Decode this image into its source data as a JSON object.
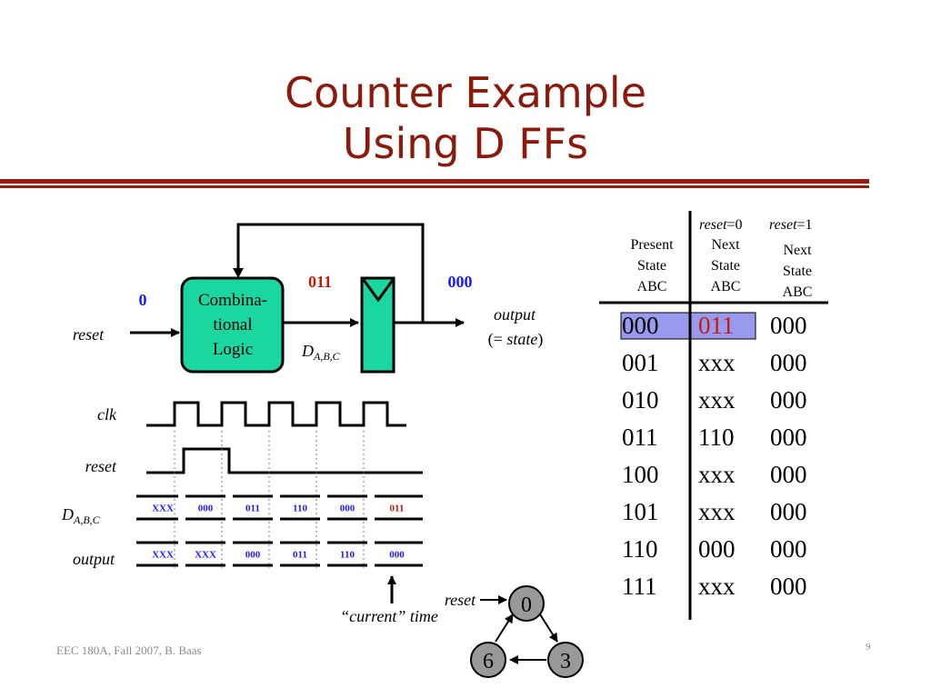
{
  "slide": {
    "title_line1": "Counter Example",
    "title_line2": "Using D FFs",
    "footer": "EEC 180A, Fall 2007, B. Baas",
    "page_number": "9"
  },
  "circuit": {
    "comb_line1": "Combina-",
    "comb_line2": "tional",
    "comb_line3": "Logic",
    "reset_value": "0",
    "reset_label": "reset",
    "d_value": "011",
    "q_value": "000",
    "d_label": "D",
    "d_subscript": "A,B,C",
    "output_label": "output",
    "output_paren_open": "(= ",
    "output_state": "state",
    "output_paren_close": ")"
  },
  "timing": {
    "clk_label": "clk",
    "reset_label": "reset",
    "d_label": "D",
    "d_subscript": "A,B,C",
    "output_label": "output",
    "d_values": [
      "XXX",
      "000",
      "011",
      "110",
      "000",
      "011"
    ],
    "output_values": [
      "XXX",
      "XXX",
      "000",
      "011",
      "110",
      "000"
    ],
    "current_time_label": "“current” time"
  },
  "state_graph": {
    "reset_label": "reset",
    "nodes": [
      "0",
      "6",
      "3"
    ]
  },
  "table": {
    "hdr_reset0": "reset",
    "hdr_reset0_eq": "=0",
    "hdr_reset1": "reset",
    "hdr_reset1_eq": "=1",
    "hdr_present": [
      "Present",
      "State",
      "ABC"
    ],
    "hdr_next0": [
      "Next",
      "State",
      "ABC"
    ],
    "hdr_next1": [
      "Next",
      "State",
      "ABC"
    ],
    "rows": [
      {
        "present": "000",
        "next0": "011",
        "next1": "000"
      },
      {
        "present": "001",
        "next0": "xxx",
        "next1": "000"
      },
      {
        "present": "010",
        "next0": "xxx",
        "next1": "000"
      },
      {
        "present": "011",
        "next0": "110",
        "next1": "000"
      },
      {
        "present": "100",
        "next0": "xxx",
        "next1": "000"
      },
      {
        "present": "101",
        "next0": "xxx",
        "next1": "000"
      },
      {
        "present": "110",
        "next0": "000",
        "next1": "000"
      },
      {
        "present": "111",
        "next0": "xxx",
        "next1": "000"
      }
    ]
  },
  "colors": {
    "title": "#8b1a0c",
    "rule": "#9c1b0e",
    "comb_fill": "#1ad6a0",
    "ff_fill": "#1ad6a0",
    "value_blue": "#1a1aff",
    "value_red": "#c41a0c",
    "highlight_fill": "#9999ee",
    "node_fill": "#999999"
  }
}
